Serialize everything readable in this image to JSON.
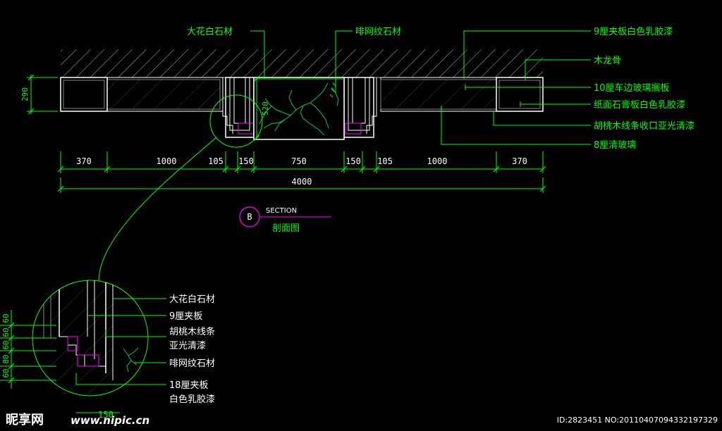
{
  "drawing": {
    "colors": {
      "background": "#000000",
      "green": "#00ff00",
      "white": "#ffffff",
      "gray": "#b4b4b4",
      "magenta": "#ff00ff",
      "marble": "#00c850"
    },
    "labels_top_left": [
      "大花白石材",
      "啡网纹石材"
    ],
    "labels_right": [
      "9厘夹板白色乳胶漆",
      "木龙骨",
      "10厘车边玻璃搁板",
      "纸面石膏板白色乳胶漆",
      "胡桃木线条收口亚光清漆",
      "8厘清玻璃"
    ],
    "dims_top": [
      "370",
      "1000",
      "105",
      "150",
      "750",
      "150",
      "105",
      "1000",
      "370"
    ],
    "dim_total": "4000",
    "dim_height_left": "290",
    "dim_niche": "520",
    "section_marker": "B",
    "section_word": "SECTION",
    "section_title": "剖面图",
    "detail_labels": [
      "大花白石材",
      "9厘夹板",
      "胡桃木线条",
      "亚光清漆",
      "啡网纹石材",
      "18厘夹板",
      "白色乳胶漆"
    ],
    "detail_dims_vertical": [
      "60",
      "60",
      "60",
      "80",
      "60"
    ],
    "detail_dim_bottom": "150",
    "watermark_logo": "昵享网",
    "watermark_url": "www.nipic.cn",
    "watermark_id": "ID:2823451 NO:20110407094332197329"
  }
}
